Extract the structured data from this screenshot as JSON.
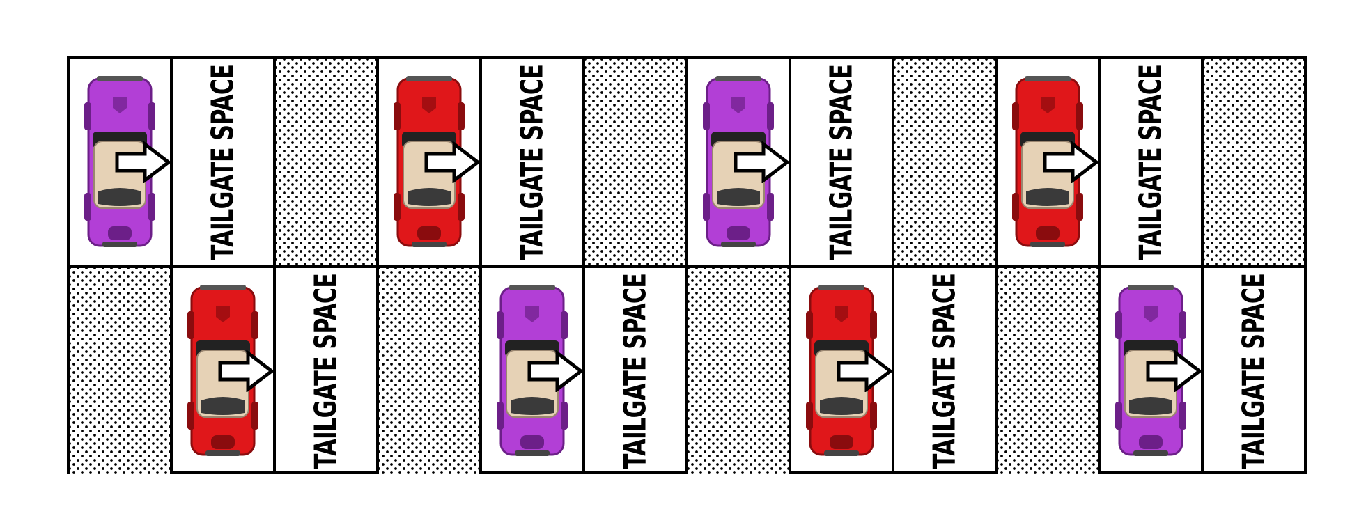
{
  "tailgate_label": "TAILGATE SPACE",
  "colors": {
    "purple_car": "#b23fd6",
    "red_car": "#e0171a",
    "roof": "#e6d2b6",
    "outline": "#000000"
  },
  "rows": [
    [
      "car:purple",
      "space",
      "hatch",
      "car:red",
      "space",
      "hatch",
      "car:purple",
      "space",
      "hatch",
      "car:red",
      "space",
      "hatch"
    ],
    [
      "hatch",
      "car:red",
      "space",
      "hatch",
      "car:purple",
      "space",
      "hatch",
      "car:red",
      "space",
      "hatch",
      "car:purple",
      "space"
    ]
  ]
}
